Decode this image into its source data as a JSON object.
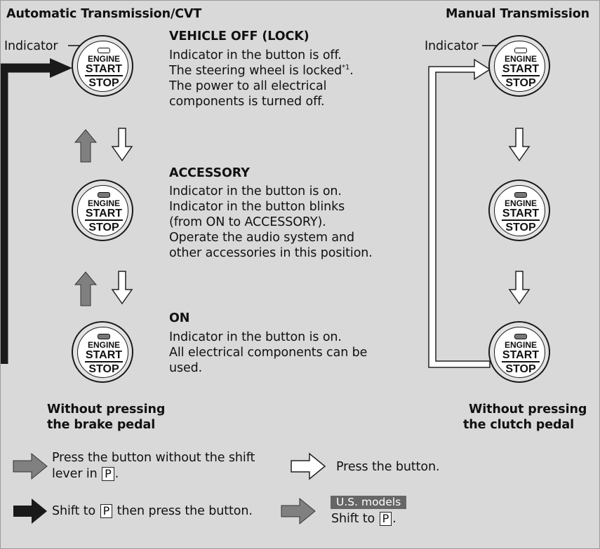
{
  "headings": {
    "auto": "Automatic Transmission/CVT",
    "manual": "Manual Transmission"
  },
  "indicator_label": "Indicator",
  "button": {
    "line1": "ENGINE",
    "line2": "START",
    "line3": "STOP"
  },
  "states": [
    {
      "title": "VEHICLE OFF (LOCK)",
      "lines": [
        "Indicator in the button is off.",
        "The steering wheel is locked",
        "The power to all electrical",
        "components is turned off."
      ],
      "footnote": "*1",
      "indicator": "off"
    },
    {
      "title": "ACCESSORY",
      "lines": [
        "Indicator in the button is on.",
        "Indicator in the button blinks",
        "(from ON to ACCESSORY).",
        "Operate the audio system and",
        "other accessories in this position."
      ],
      "indicator": "on"
    },
    {
      "title": "ON",
      "lines": [
        "Indicator in the button is on.",
        "All electrical components can be",
        "used."
      ],
      "indicator": "on"
    }
  ],
  "captions": {
    "auto_1": "Without pressing",
    "auto_2": "the brake pedal",
    "manual_1": "Without pressing",
    "manual_2": "the clutch pedal"
  },
  "legend": {
    "gray_a": "Press the button without the shift",
    "gray_b": "lever in",
    "white": "Press the button.",
    "black_a": "Shift to",
    "black_b": "then press the button.",
    "badge": "U.S. models",
    "gray2": "Shift to",
    "p": "P"
  },
  "colors": {
    "background": "#d9d9d9",
    "gray_arrow": "#808080",
    "black_arrow": "#1a1a1a",
    "white_arrow": "#ffffff",
    "indicator_on": "#777777"
  },
  "icons": [
    "engine-start-stop-button-icon",
    "gray-arrow-icon",
    "white-arrow-icon",
    "black-arrow-icon"
  ]
}
